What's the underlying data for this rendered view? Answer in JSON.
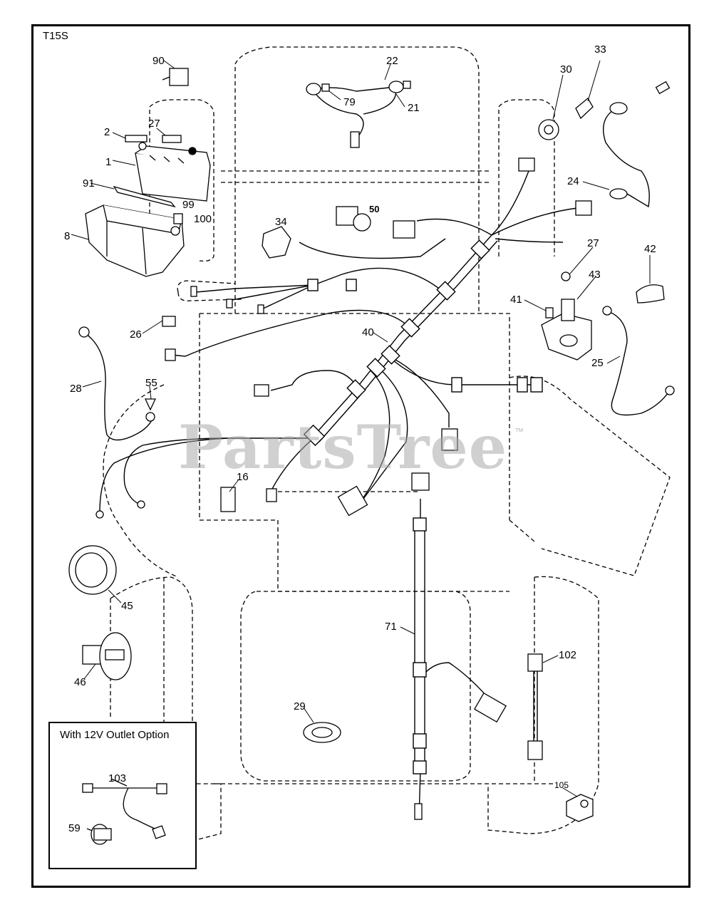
{
  "diagram_code": "T15S",
  "inset_title": "With 12V Outlet Option",
  "watermark": "PartsTree",
  "trademark": "™",
  "callouts": {
    "c1": "1",
    "c2": "2",
    "c8": "8",
    "c16": "16",
    "c21": "21",
    "c22": "22",
    "c24": "24",
    "c25": "25",
    "c26": "26",
    "c27a": "27",
    "c27b": "27",
    "c28": "28",
    "c29": "29",
    "c30": "30",
    "c33": "33",
    "c34": "34",
    "c40": "40",
    "c41": "41",
    "c42": "42",
    "c43": "43",
    "c45": "45",
    "c46": "46",
    "c50": "50",
    "c55": "55",
    "c59": "59",
    "c71": "71",
    "c79": "79",
    "c90": "90",
    "c91": "91",
    "c99": "99",
    "c100": "100",
    "c102": "102",
    "c103": "103",
    "c105": "105"
  }
}
